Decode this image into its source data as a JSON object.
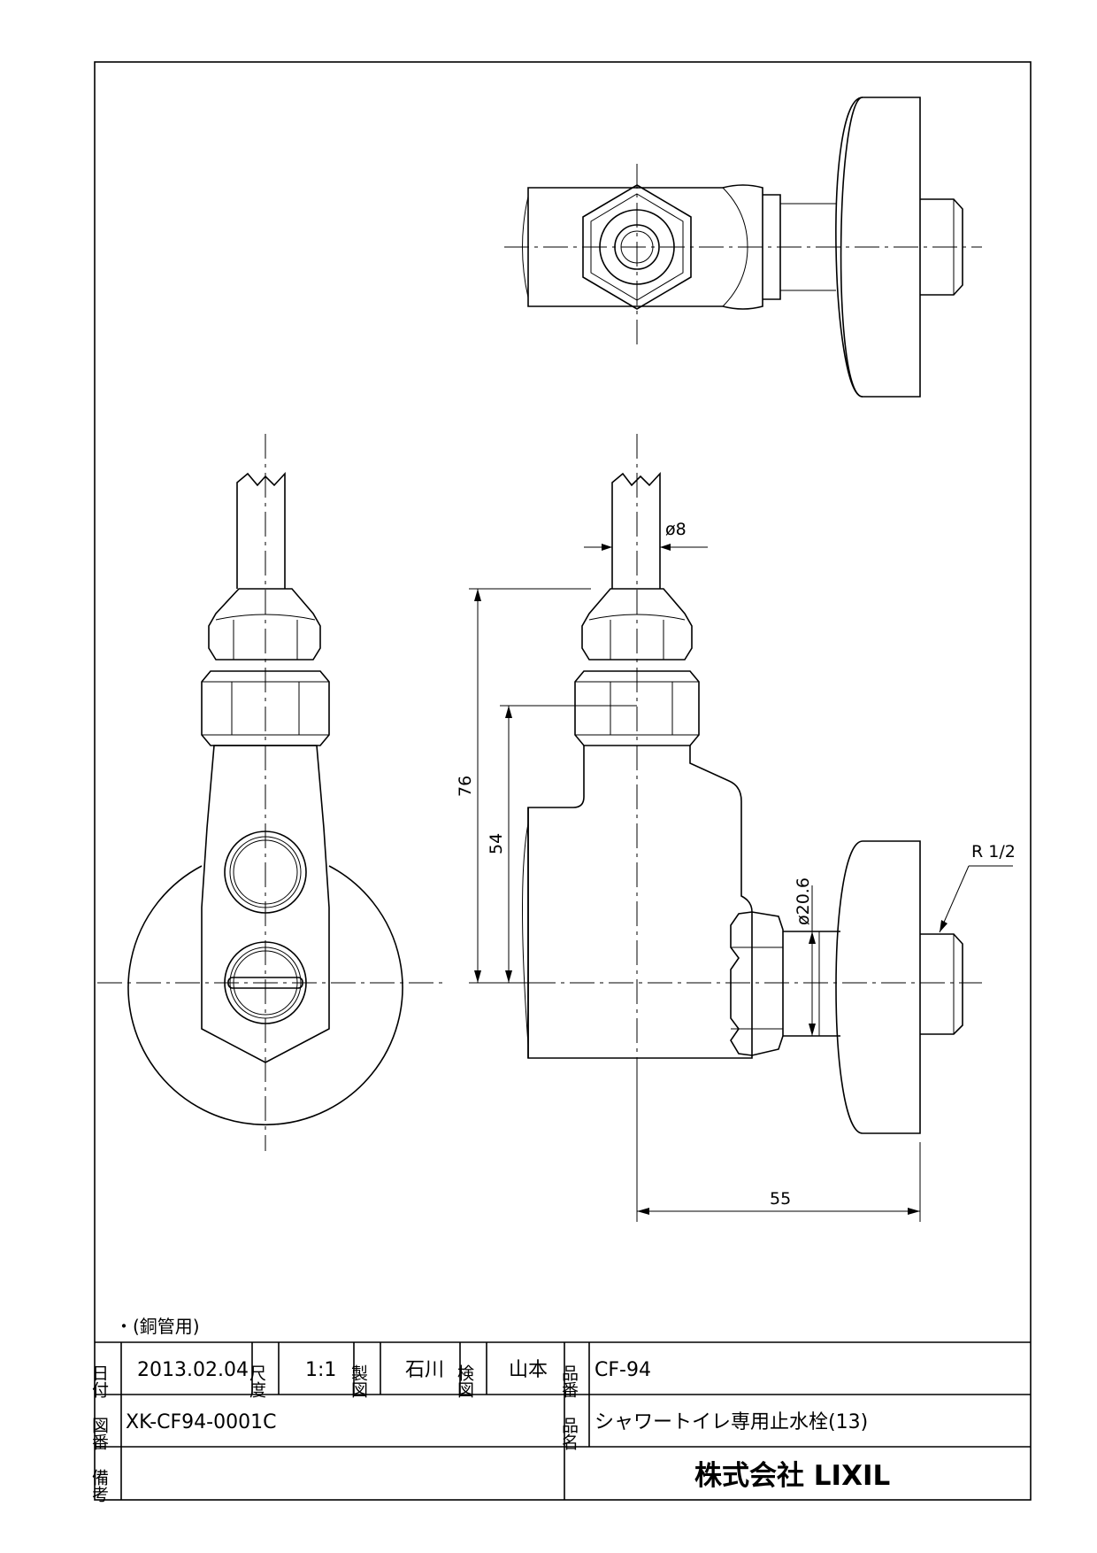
{
  "drawing": {
    "note": "・(銅管用)",
    "dimensions": {
      "pipe_diameter": "ø8",
      "total_height": "76",
      "center_height": "54",
      "outlet_diameter": "ø20.6",
      "projection": "55",
      "thread": "R 1/2"
    }
  },
  "title_block": {
    "date_label": "日付",
    "date_value": "2013.02.04",
    "scale_label": "尺度",
    "scale_value": "1:1",
    "drawn_label": "製図",
    "drawn_value": "石川",
    "checked_label": "検図",
    "checked_value": "山本",
    "part_no_label": "品番",
    "part_no_value": "CF-94",
    "drawing_no_label": "図番",
    "drawing_no_value": "XK-CF94-0001C",
    "product_name_label": "品名",
    "product_name_value": "シャワートイレ専用止水栓(13)",
    "remarks_label": "備考",
    "company": "株式会社 LIXIL"
  }
}
